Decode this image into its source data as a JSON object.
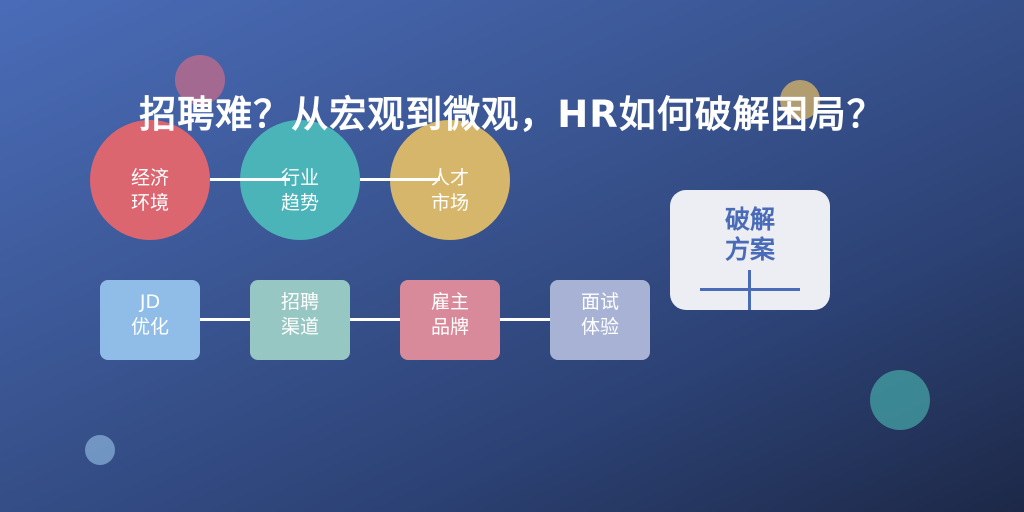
{
  "title": "招聘难？从宏观到微观，HR如何破解困局？",
  "macro": [
    {
      "label": "经济\n环境",
      "color": "#dc6670"
    },
    {
      "label": "行业\n趋势",
      "color": "#4ab4b8"
    },
    {
      "label": "人才\n市场",
      "color": "#d6b66a"
    }
  ],
  "micro": [
    {
      "label": "JD\n优化",
      "color": "#8fbde8"
    },
    {
      "label": "招聘\n渠道",
      "color": "#97c7c3"
    },
    {
      "label": "雇主\n品牌",
      "color": "#d98a9a"
    },
    {
      "label": "面试\n体验",
      "color": "#a8b2d4"
    }
  ],
  "solution": {
    "label": "破解\n方案"
  }
}
